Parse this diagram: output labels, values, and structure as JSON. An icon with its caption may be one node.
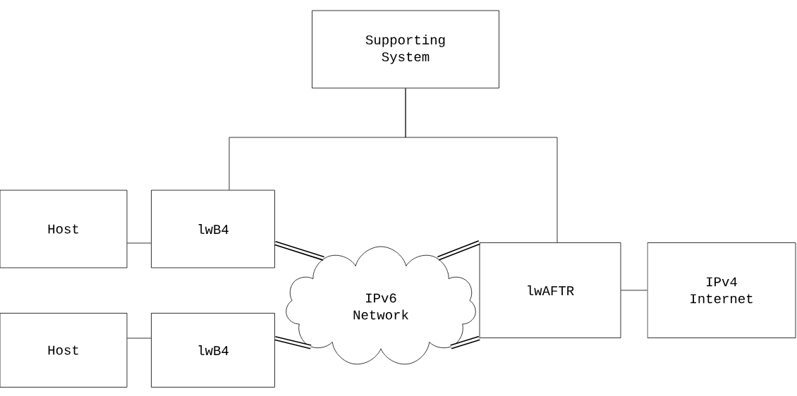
{
  "diagram": {
    "nodes": [
      {
        "text": [
          "Supporting System"
        ]
      },
      {
        "text": [
          "Host"
        ]
      },
      {
        "text": [
          "lwB4"
        ]
      },
      {
        "text": [
          "IPv6 Network"
        ]
      },
      {
        "text": [
          "lwAFTR"
        ]
      },
      {
        "text": [
          "IPv4 Internet"
        ]
      },
      {
        "text": [
          "Host"
        ]
      },
      {
        "text": [
          "lwB4"
        ]
      }
    ],
    "edges": [
      {
        "from": 0,
        "to": 2,
        "arrow": "none"
      },
      {
        "from": 0,
        "to": 4,
        "arrow": "none"
      },
      {
        "from": 1,
        "to": 2,
        "arrow": "none"
      },
      {
        "from": 2,
        "to": 3,
        "arrow": "none",
        "style": "thick"
      },
      {
        "from": 3,
        "to": 4,
        "arrow": "none",
        "style": "thick"
      },
      {
        "from": 4,
        "to": 5,
        "arrow": "none"
      },
      {
        "from": 6,
        "to": 7,
        "arrow": "none"
      },
      {
        "from": 7,
        "to": 3,
        "arrow": "none",
        "style": "thick"
      },
      {
        "from": 3,
        "to": 4,
        "arrow": "none",
        "style": "thick"
      }
    ]
  }
}
